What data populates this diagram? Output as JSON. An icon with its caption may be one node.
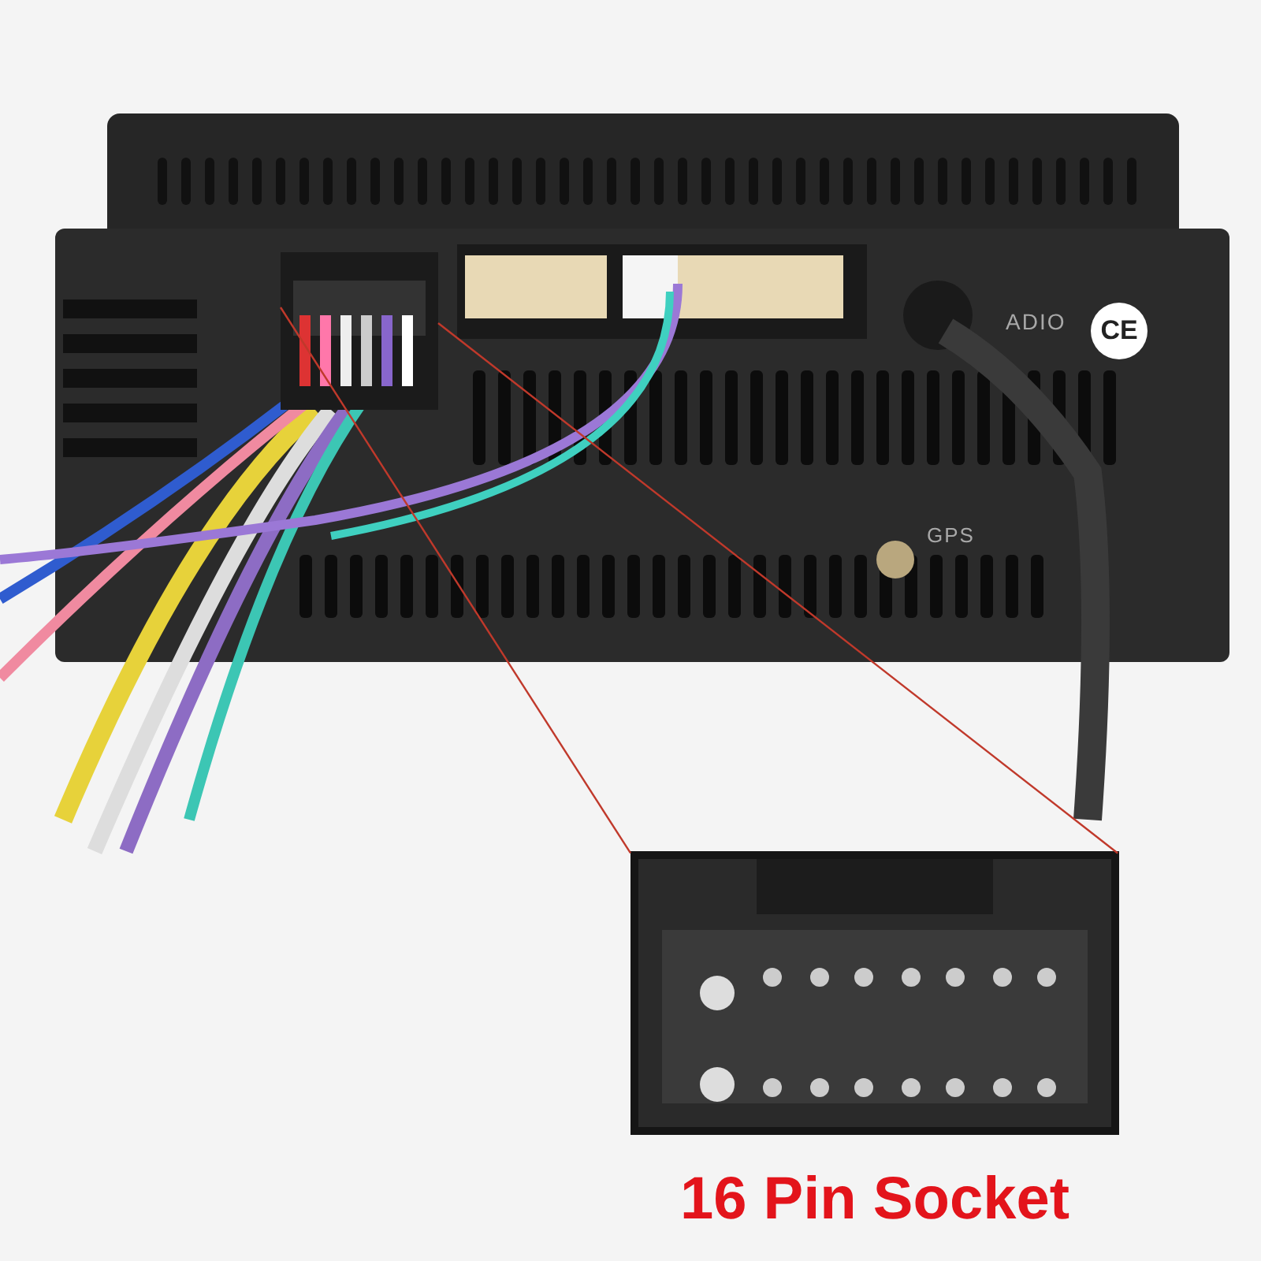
{
  "diagram": {
    "nodes": [
      {
        "text": [],
        "shape": "picture"
      },
      {
        "text": [
          "16 Pin Socket"
        ]
      }
    ],
    "edges": [
      {
        "from": 0,
        "to": 1,
        "arrow": "none",
        "color": "#c0392b"
      },
      {
        "from": 0,
        "to": 1,
        "arrow": "none",
        "color": "#c0392b"
      }
    ],
    "labels": [
      "ADIO",
      "CE",
      "GPS"
    ]
  }
}
